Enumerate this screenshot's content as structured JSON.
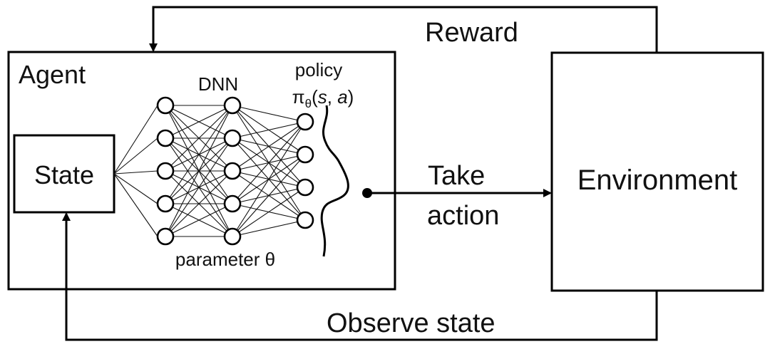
{
  "diagram": {
    "agent_label": "Agent",
    "state_label": "State",
    "dnn_label": "DNN",
    "policy_label": "policy",
    "policy_symbol": "πθ(s, a)",
    "policy_parts": {
      "pi": "π",
      "theta": "θ",
      "open": "(",
      "s": "s",
      "comma": ", ",
      "a": "a",
      "close": ")"
    },
    "parameter_label": "parameter θ",
    "environment_label": "Environment",
    "take_action_line1": "Take",
    "take_action_line2": "action",
    "reward_label": "Reward",
    "observe_state_label": "Observe state"
  },
  "network": {
    "layers": [
      5,
      5,
      4
    ]
  }
}
